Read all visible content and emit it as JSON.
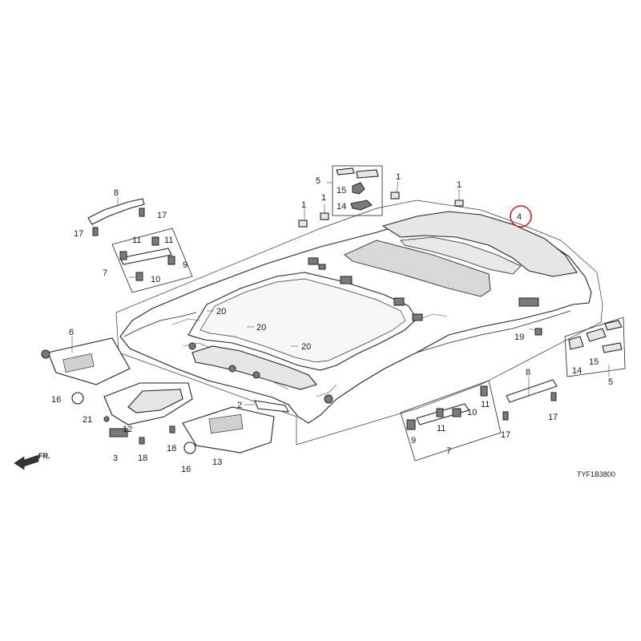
{
  "diagram": {
    "code": "TYF1B3800",
    "direction_label": "FR.",
    "highlight_color": "#cc1f1f",
    "callouts": [
      {
        "id": "c1a",
        "label": "1"
      },
      {
        "id": "c1b",
        "label": "1"
      },
      {
        "id": "c1c",
        "label": "1"
      },
      {
        "id": "c1d",
        "label": "1"
      },
      {
        "id": "c2",
        "label": "2"
      },
      {
        "id": "c3",
        "label": "3"
      },
      {
        "id": "c4",
        "label": "4"
      },
      {
        "id": "c5a",
        "label": "5"
      },
      {
        "id": "c5b",
        "label": "5"
      },
      {
        "id": "c6",
        "label": "6"
      },
      {
        "id": "c7a",
        "label": "7"
      },
      {
        "id": "c7b",
        "label": "7"
      },
      {
        "id": "c8a",
        "label": "8"
      },
      {
        "id": "c8b",
        "label": "8"
      },
      {
        "id": "c9a",
        "label": "9"
      },
      {
        "id": "c9b",
        "label": "9"
      },
      {
        "id": "c10a",
        "label": "10"
      },
      {
        "id": "c10b",
        "label": "10"
      },
      {
        "id": "c11a",
        "label": "11"
      },
      {
        "id": "c11b",
        "label": "11"
      },
      {
        "id": "c11c",
        "label": "11"
      },
      {
        "id": "c11d",
        "label": "11"
      },
      {
        "id": "c12",
        "label": "12"
      },
      {
        "id": "c13",
        "label": "13"
      },
      {
        "id": "c14a",
        "label": "14"
      },
      {
        "id": "c14b",
        "label": "14"
      },
      {
        "id": "c15a",
        "label": "15"
      },
      {
        "id": "c15b",
        "label": "15"
      },
      {
        "id": "c16a",
        "label": "16"
      },
      {
        "id": "c16b",
        "label": "16"
      },
      {
        "id": "c17a",
        "label": "17"
      },
      {
        "id": "c17b",
        "label": "17"
      },
      {
        "id": "c17c",
        "label": "17"
      },
      {
        "id": "c17d",
        "label": "17"
      },
      {
        "id": "c18a",
        "label": "18"
      },
      {
        "id": "c18b",
        "label": "18"
      },
      {
        "id": "c19",
        "label": "19"
      },
      {
        "id": "c20a",
        "label": "20"
      },
      {
        "id": "c20b",
        "label": "20"
      },
      {
        "id": "c20c",
        "label": "20"
      },
      {
        "id": "c21",
        "label": "21"
      }
    ]
  }
}
